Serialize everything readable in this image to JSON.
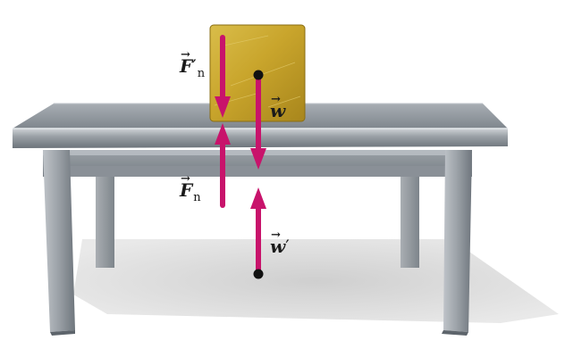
{
  "colors": {
    "vector": "#c8136b",
    "point": "#111111",
    "block_gold": "#c9a52c",
    "table_gray": "#8f959c",
    "shadow": "#d6d6d6"
  },
  "labels": {
    "fn_prime": {
      "symbol": "F",
      "sub": "n",
      "prime": "′"
    },
    "w": {
      "symbol": "w"
    },
    "fn": {
      "symbol": "F",
      "sub": "n"
    },
    "w_prime": {
      "symbol": "w",
      "prime": "′"
    }
  },
  "arrow_glyph": "→"
}
